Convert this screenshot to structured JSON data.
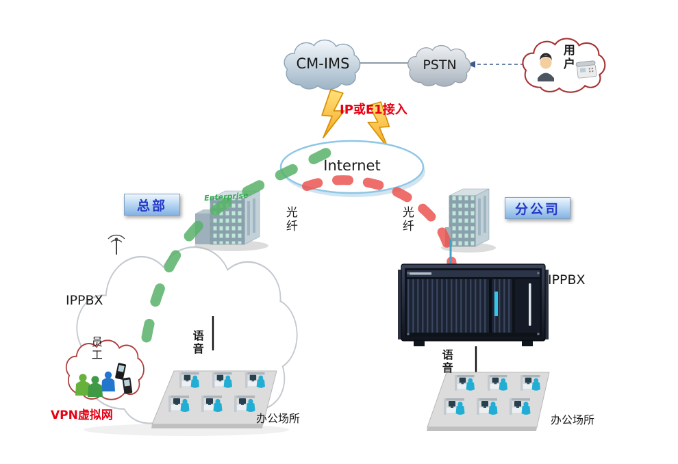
{
  "top": {
    "cmims": "CM-IMS",
    "pstn": "PSTN",
    "user": "用户",
    "access_label": "IP或E1接入"
  },
  "internet_label": "Internet",
  "headquarters": {
    "site_label": "总部",
    "fiber": "光纤",
    "ippbx": "IPPBX",
    "staff": "员工",
    "vpn": "VPN虚拟网",
    "voice": "语音",
    "office": "办公场所",
    "building_sign": "Enterprise"
  },
  "branch": {
    "site_label": "分公司",
    "fiber": "光纤",
    "ippbx": "IPPBX",
    "voice": "语音",
    "office": "办公场所"
  },
  "colors": {
    "accent_red": "#e60012",
    "vpn_link_green": "#58b269",
    "pstn_link_red": "#ea5550",
    "site_label_blue": "#2438c8",
    "internet_ellipse_stroke": "#8ec6e6",
    "staff_person_cyan": "#22aed4"
  }
}
